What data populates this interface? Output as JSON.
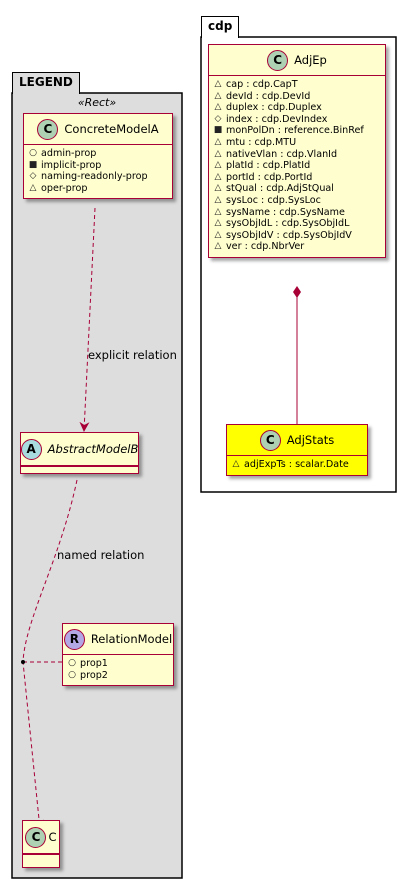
{
  "legend": {
    "title": "LEGEND",
    "stereotype": "«Rect»",
    "concrete": {
      "name": "ConcreteModelA",
      "badge": "C",
      "attrs": [
        {
          "vis": "○",
          "name": "admin-prop"
        },
        {
          "vis": "■",
          "name": "implicit-prop"
        },
        {
          "vis": "◇",
          "name": "naming-readonly-prop"
        },
        {
          "vis": "△",
          "name": "oper-prop"
        }
      ]
    },
    "abstract": {
      "name": "AbstractModelB",
      "badge": "A"
    },
    "relation_model": {
      "name": "RelationModel",
      "badge": "R",
      "attrs": [
        {
          "vis": "○",
          "name": "prop1"
        },
        {
          "vis": "○",
          "name": "prop2"
        }
      ]
    },
    "c_class": {
      "name": "C",
      "badge": "C"
    },
    "explicit_label": "explicit relation",
    "named_label": "named relation"
  },
  "cdp": {
    "title": "cdp",
    "adjep": {
      "name": "AdjEp",
      "badge": "C",
      "attrs": [
        {
          "vis": "△",
          "name": "cap : cdp.CapT"
        },
        {
          "vis": "△",
          "name": "devId : cdp.DevId"
        },
        {
          "vis": "△",
          "name": "duplex : cdp.Duplex"
        },
        {
          "vis": "◇",
          "name": "index : cdp.DevIndex"
        },
        {
          "vis": "■",
          "name": "monPolDn : reference.BinRef"
        },
        {
          "vis": "△",
          "name": "mtu : cdp.MTU"
        },
        {
          "vis": "△",
          "name": "nativeVlan : cdp.VlanId"
        },
        {
          "vis": "△",
          "name": "platId : cdp.PlatId"
        },
        {
          "vis": "△",
          "name": "portId : cdp.PortId"
        },
        {
          "vis": "△",
          "name": "stQual : cdp.AdjStQual"
        },
        {
          "vis": "△",
          "name": "sysLoc : cdp.SysLoc"
        },
        {
          "vis": "△",
          "name": "sysName : cdp.SysName"
        },
        {
          "vis": "△",
          "name": "sysObjIdL : cdp.SysObjIdL"
        },
        {
          "vis": "△",
          "name": "sysObjIdV : cdp.SysObjIdV"
        },
        {
          "vis": "△",
          "name": "ver : cdp.NbrVer"
        }
      ]
    },
    "adjstats": {
      "name": "AdjStats",
      "badge": "C",
      "attrs": [
        {
          "vis": "△",
          "name": "adjExpTs : scalar.Date"
        }
      ]
    }
  }
}
